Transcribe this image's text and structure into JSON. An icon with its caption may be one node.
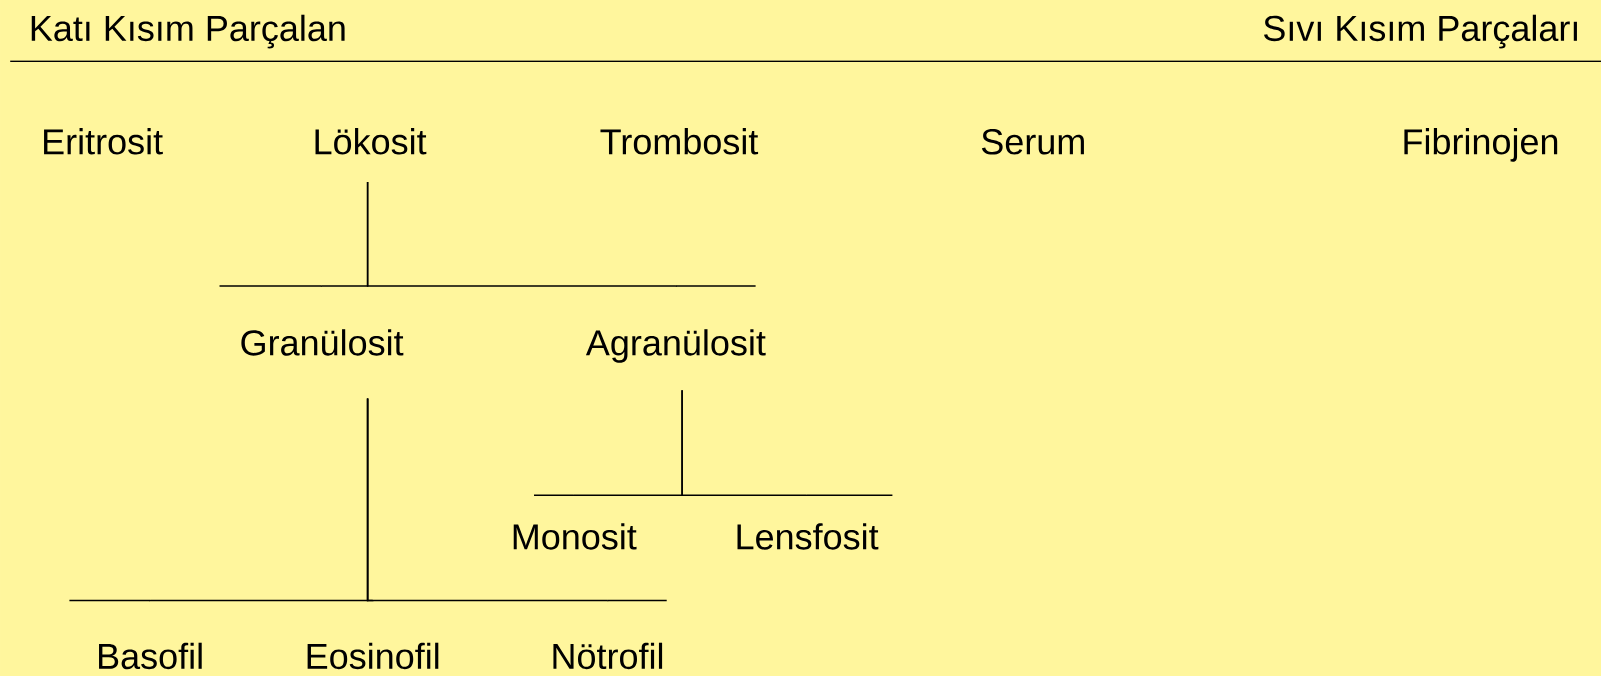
{
  "diagram": {
    "nodes": [
      {
        "text": [
          "Lökosit"
        ]
      },
      {
        "text": [
          "Granülosit"
        ]
      },
      {
        "text": [
          "Agranülosit"
        ]
      },
      {
        "text": [
          "Monosit"
        ]
      },
      {
        "text": [
          "Lensfosit"
        ]
      },
      {
        "text": [
          "Basofil"
        ]
      },
      {
        "text": [
          "Eosinofil"
        ]
      },
      {
        "text": [
          "Nötrofil"
        ]
      }
    ],
    "edges": [
      {
        "from": 0,
        "to": 1,
        "arrow": "none"
      },
      {
        "from": 0,
        "to": 2,
        "arrow": "none"
      },
      {
        "from": 2,
        "to": 3,
        "arrow": "none"
      },
      {
        "from": 2,
        "to": 4,
        "arrow": "none"
      },
      {
        "from": 1,
        "to": 5,
        "arrow": "none"
      },
      {
        "from": 1,
        "to": 6,
        "arrow": "none"
      },
      {
        "from": 1,
        "to": 7,
        "arrow": "none"
      }
    ],
    "labels": [
      "Katı Kısım Parçalan",
      "Sıvı Kısım Parçaları",
      "Eritrosit",
      "Trombosit",
      "Serum",
      "Fibrinojen"
    ]
  }
}
